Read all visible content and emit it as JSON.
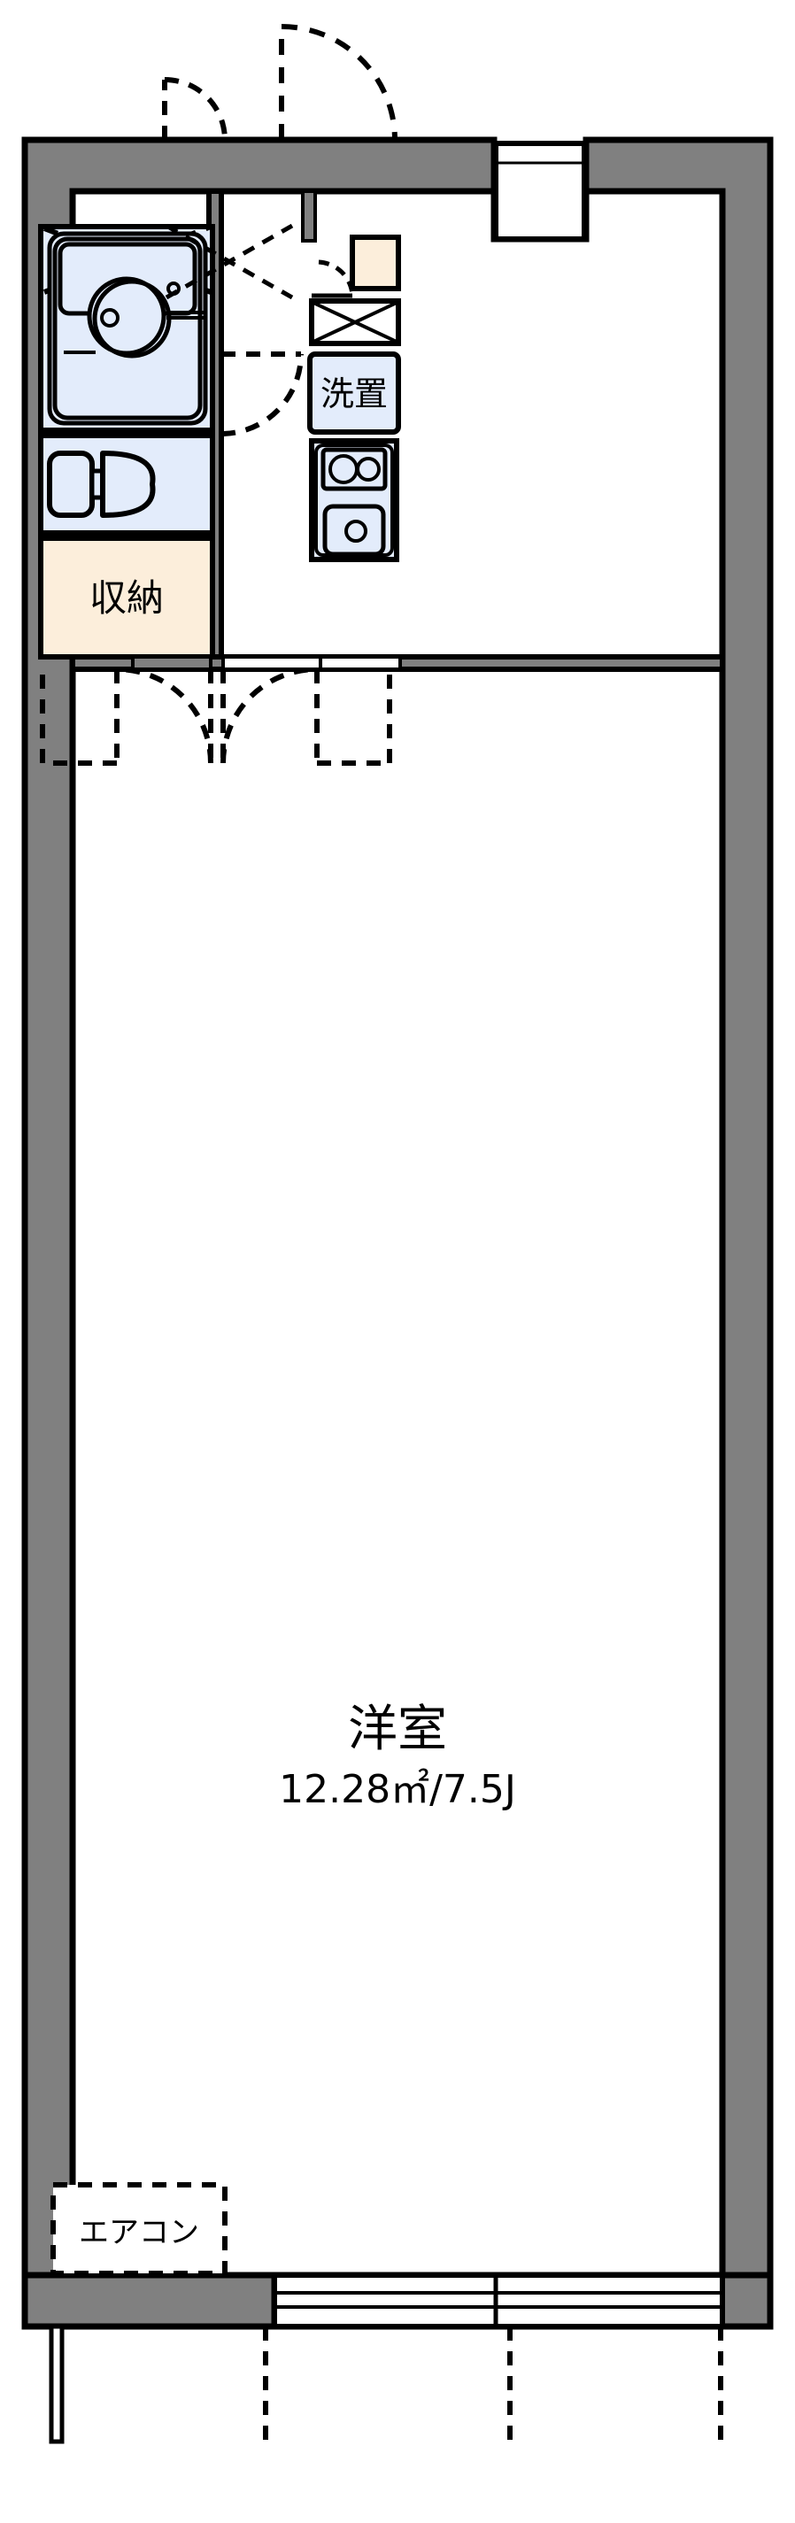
{
  "plan": {
    "type": "apartment-floor-plan",
    "orientation": "vertical",
    "units": "metric-japanese",
    "colors": {
      "wall_fill": "#808080",
      "wall_stroke": "#000000",
      "water_fixture_fill": "#e3ecfb",
      "storage_fill": "#fceedb",
      "room_fill": "#ffffff",
      "line": "#000000",
      "page_background": "#ffffff"
    },
    "rooms": [
      {
        "id": "main-room",
        "label": "洋室",
        "area_label": "12.28㎡/7.5J",
        "area_sqm": 12.28,
        "area_jo": 7.5,
        "fill": "#ffffff"
      },
      {
        "id": "closet",
        "label": "収納",
        "fill": "#fceedb"
      },
      {
        "id": "laundry",
        "label": "洗置",
        "fill": "#e3ecfb"
      }
    ],
    "fixtures": [
      {
        "id": "unit-bath",
        "label": "",
        "kind": "bathtub"
      },
      {
        "id": "toilet",
        "label": "",
        "kind": "toilet"
      },
      {
        "id": "washbasin",
        "label": "",
        "kind": "wash-basin"
      },
      {
        "id": "kitchen-stove",
        "label": "",
        "kind": "two-burner-stove"
      },
      {
        "id": "kitchen-sink",
        "label": "",
        "kind": "sink"
      },
      {
        "id": "shoe-box",
        "label": "",
        "kind": "shoe-cabinet"
      }
    ],
    "annotations": [
      {
        "id": "aircon",
        "label": "エアコン"
      }
    ],
    "openings": [
      {
        "id": "entrance-door",
        "kind": "swing-door"
      },
      {
        "id": "bath-door",
        "kind": "swing-door"
      },
      {
        "id": "closet-door",
        "kind": "folding-door"
      },
      {
        "id": "room-door",
        "kind": "swing-door"
      },
      {
        "id": "balcony-window",
        "kind": "sliding-window"
      }
    ]
  },
  "labels": {
    "main_room_name": "洋室",
    "main_room_area": "12.28㎡/7.5J",
    "closet_name": "収納",
    "laundry_name": "洗置",
    "aircon_name": "エアコン"
  }
}
